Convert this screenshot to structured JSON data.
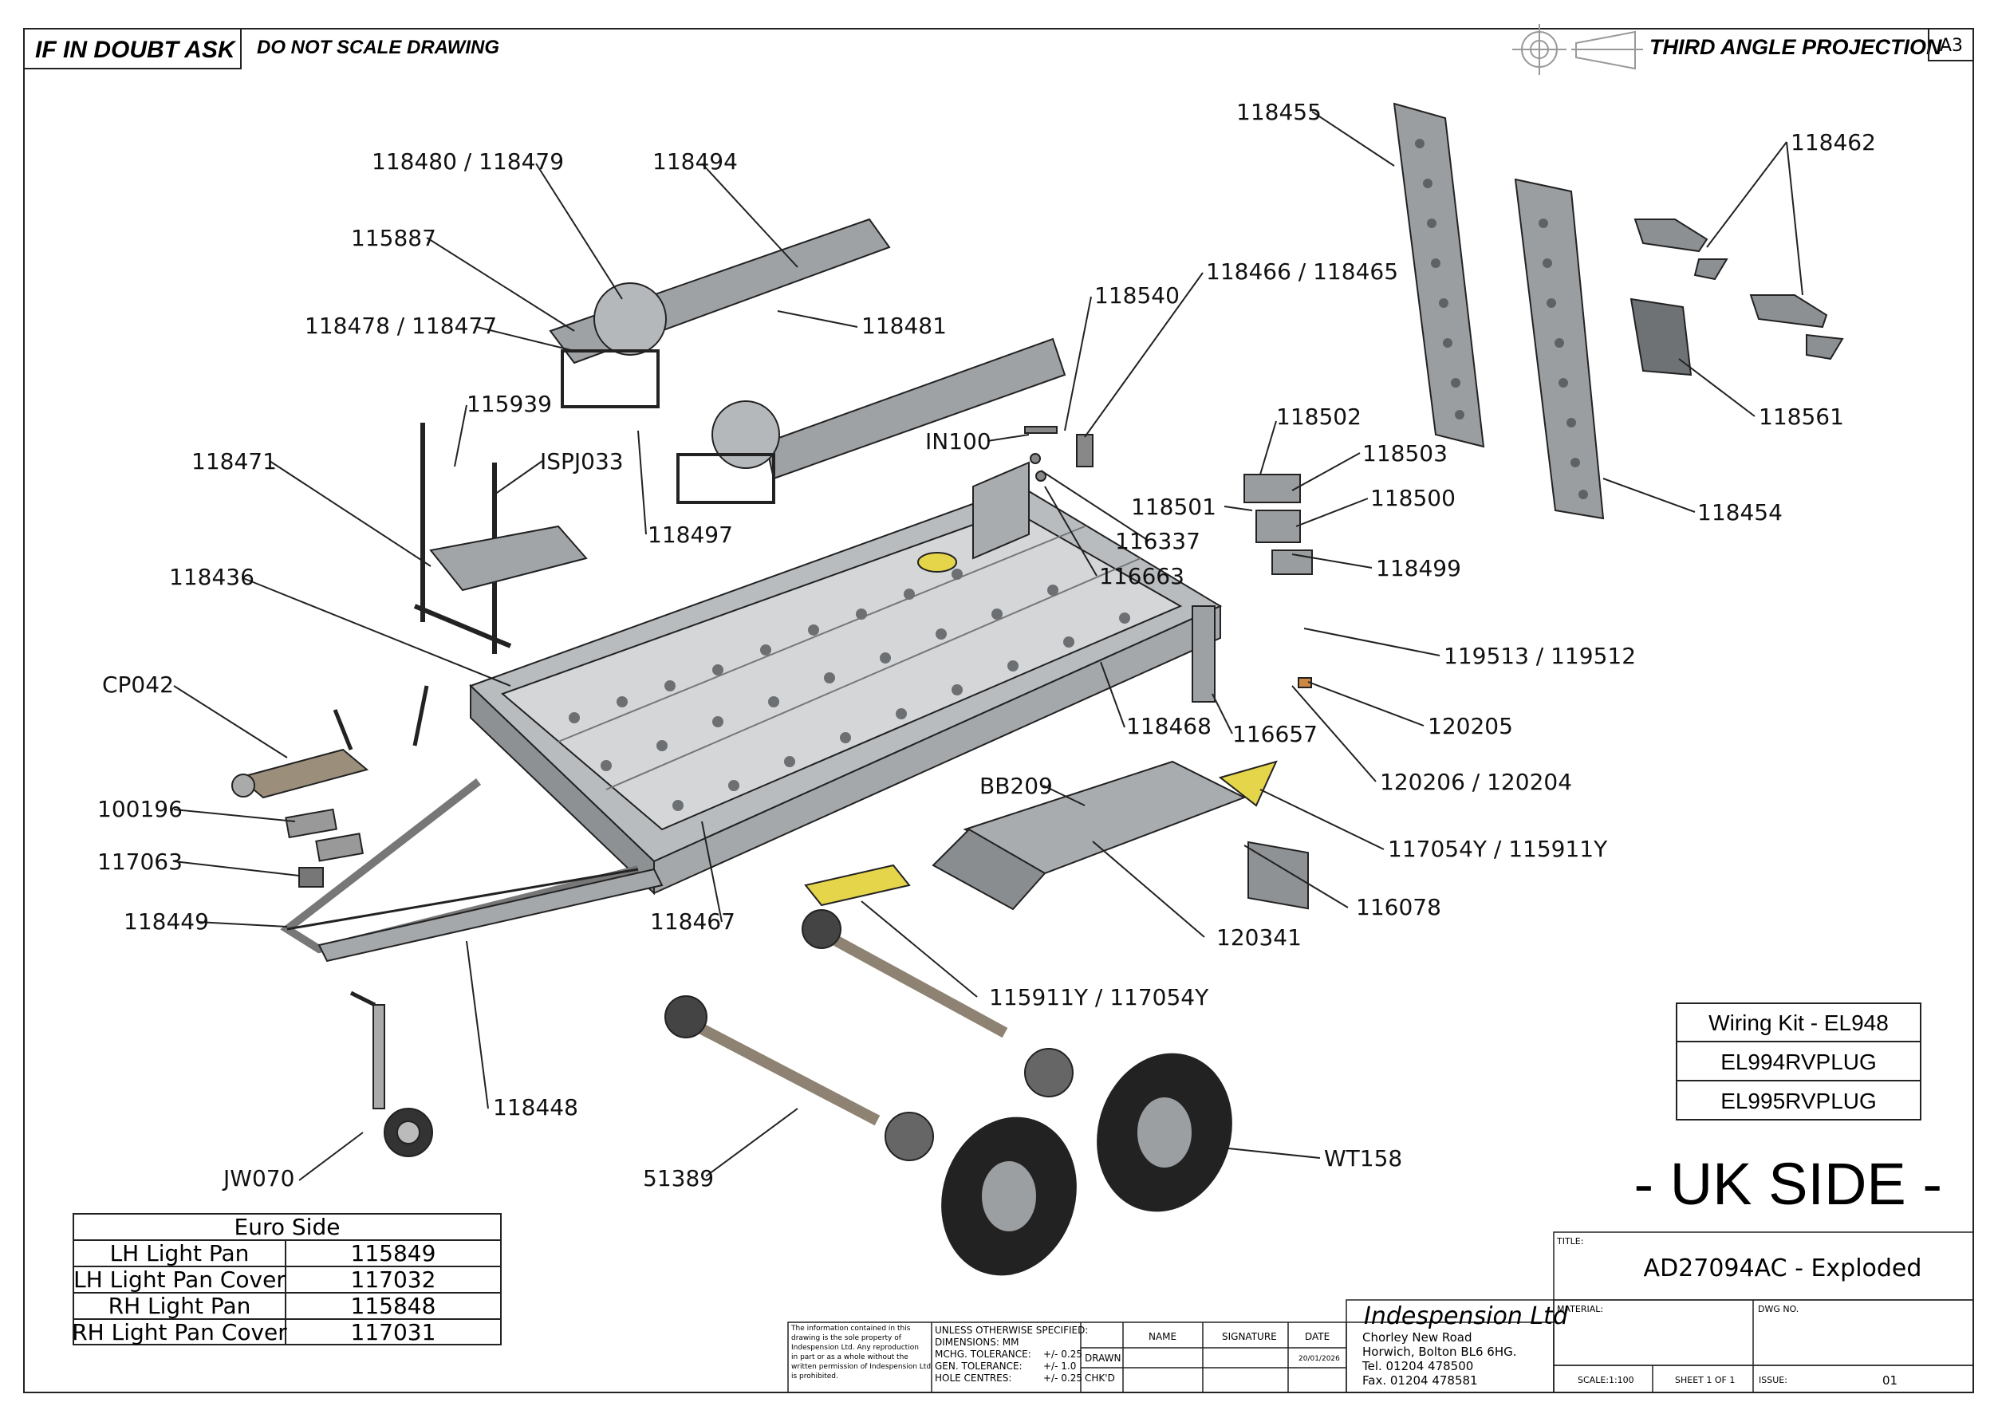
{
  "header": {
    "doubt": "IF IN DOUBT ASK",
    "noscale": "DO NOT SCALE DRAWING",
    "projection": "THIRD ANGLE PROJECTION",
    "size": "A3"
  },
  "callouts": [
    "118480 / 118479",
    "118494",
    "115887",
    "118478 / 118477",
    "118481",
    "115939",
    "ISPJ033",
    "118471",
    "118497",
    "118436",
    "CP042",
    "100196",
    "117063",
    "118449",
    "118467",
    "118448",
    "JW070",
    "51389",
    "115911Y / 117054Y",
    "BB209",
    "120341",
    "116078",
    "117054Y / 115911Y",
    "118468",
    "116657",
    "IN100",
    "118540",
    "118466 / 118465",
    "116337",
    "116663",
    "118502",
    "118503",
    "118501",
    "118500",
    "118499",
    "119513 / 119512",
    "120205",
    "120206 / 120204",
    "118455",
    "118462",
    "118561",
    "118454",
    "WT158"
  ],
  "wiring": [
    "Wiring Kit - EL948",
    "EL994RVPLUG",
    "EL995RVPLUG"
  ],
  "uk_side": "- UK SIDE -",
  "euro_table": {
    "title": "Euro Side",
    "rows": [
      [
        "LH Light Pan",
        "115849"
      ],
      [
        "LH Light Pan Cover",
        "117032"
      ],
      [
        "RH Light Pan",
        "115848"
      ],
      [
        "RH Light Pan Cover",
        "117031"
      ]
    ]
  },
  "title_block": {
    "notice": [
      "The information contained in this",
      "drawing is the sole property of",
      "Indespension Ltd. Any reproduction",
      "in part or as a whole without the",
      "written permission of Indespension Ltd",
      "is prohibited."
    ],
    "unless": "UNLESS OTHERWISE SPECIFIED:",
    "dims": "DIMENSIONS: MM",
    "tol1_label": "MCHG. TOLERANCE:",
    "tol1": "+/- 0.25",
    "tol2_label": "GEN. TOLERANCE:",
    "tol2": "+/- 1.0",
    "tol3_label": "HOLE CENTRES:",
    "tol3": "+/- 0.25",
    "drawn": "DRAWN",
    "chkd": "CHK'D",
    "name": "NAME",
    "signature": "SIGNATURE",
    "date": "DATE",
    "date_value": "20/01/2026",
    "company": "Indespension Ltd",
    "address": [
      "Chorley New Road",
      "Horwich, Bolton BL6 6HG.",
      "Tel. 01204 478500",
      "Fax. 01204 478581"
    ],
    "title_label": "TITLE:",
    "title": "AD27094AC - Exploded",
    "material": "MATERIAL:",
    "dwg_no": "DWG NO.",
    "scale": "SCALE:1:100",
    "sheet": "SHEET 1 OF 1",
    "issue_label": "ISSUE:",
    "issue": "01"
  }
}
